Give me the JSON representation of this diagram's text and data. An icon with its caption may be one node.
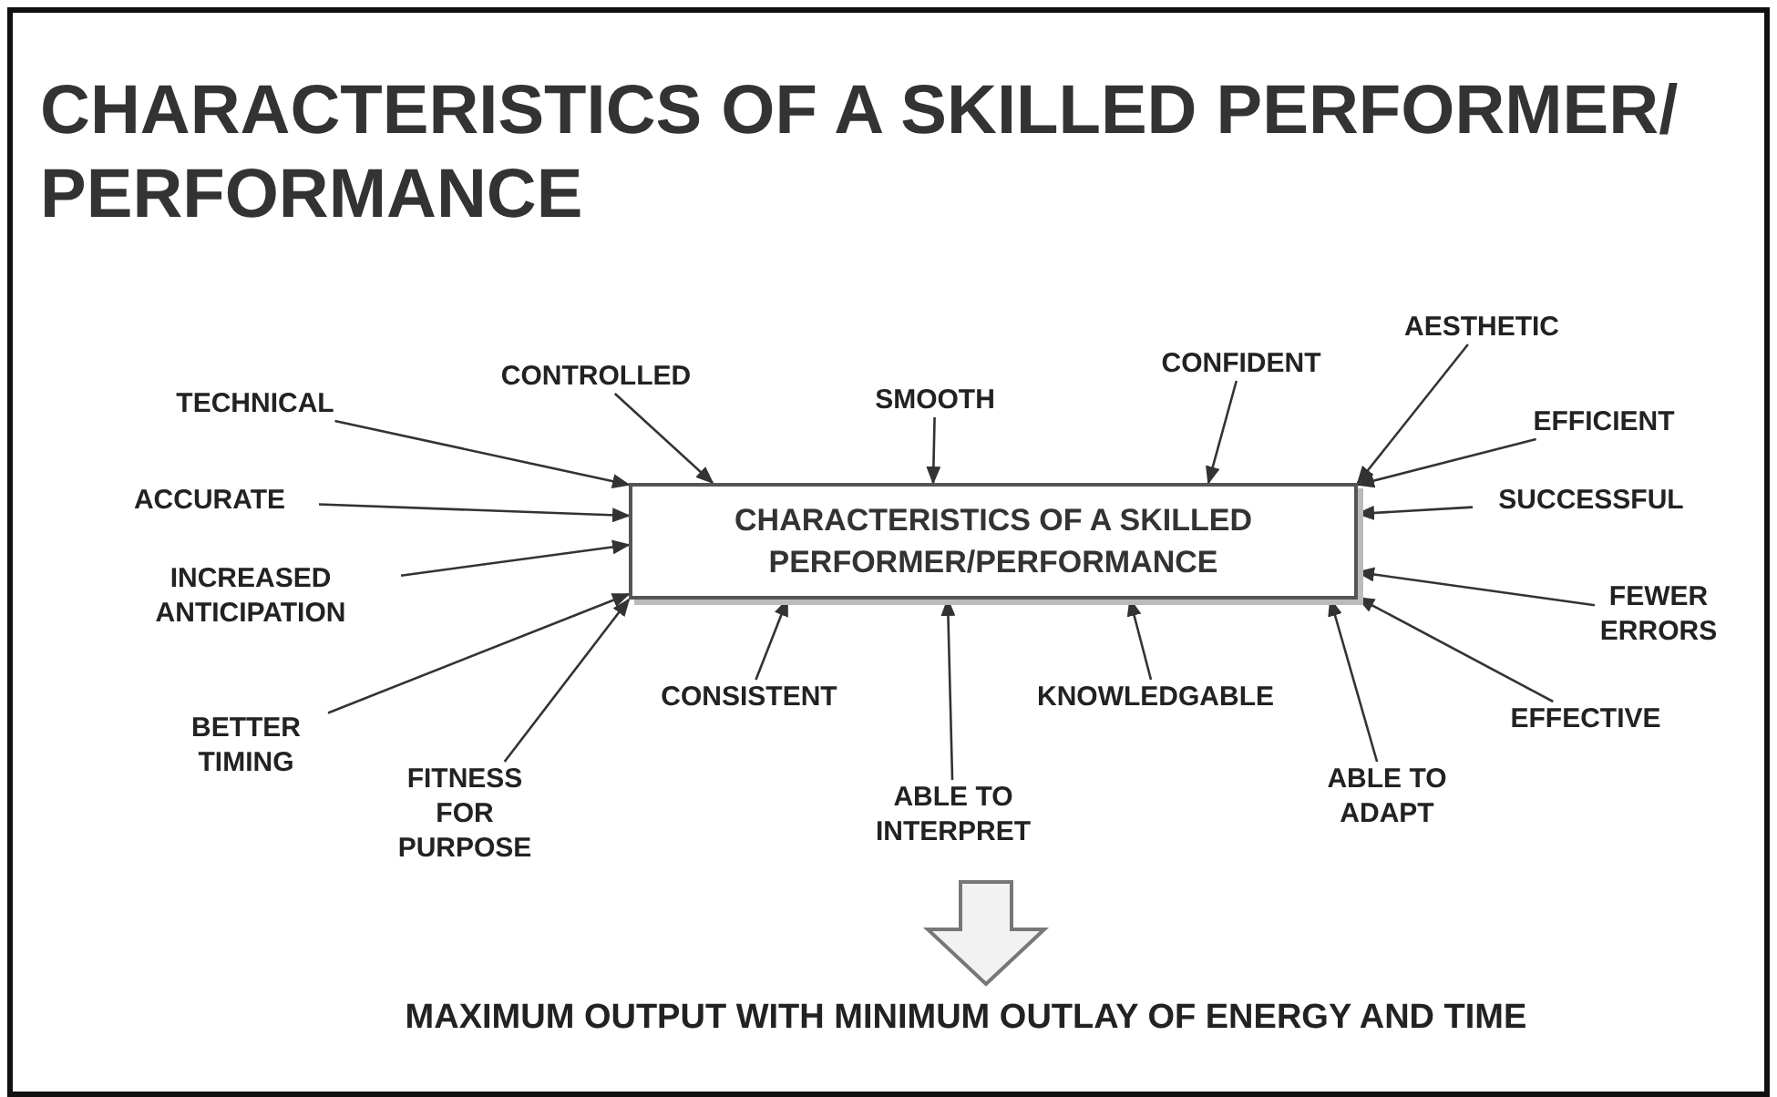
{
  "diagram": {
    "title": "CHARACTERISTICS OF A SKILLED PERFORMER/ PERFORMANCE",
    "nodes": [
      {
        "text": [
          "CHARACTERISTICS OF A SKILLED PERFORMER/PERFORMANCE"
        ]
      },
      {
        "text": [
          "TECHNICAL"
        ]
      },
      {
        "text": [
          "CONTROLLED"
        ]
      },
      {
        "text": [
          "SMOOTH"
        ]
      },
      {
        "text": [
          "CONFIDENT"
        ]
      },
      {
        "text": [
          "AESTHETIC"
        ]
      },
      {
        "text": [
          "EFFICIENT"
        ]
      },
      {
        "text": [
          "ACCURATE"
        ]
      },
      {
        "text": [
          "SUCCESSFUL"
        ]
      },
      {
        "text": [
          "INCREASED ANTICIPATION"
        ]
      },
      {
        "text": [
          "FEWER ERRORS"
        ]
      },
      {
        "text": [
          "BETTER TIMING"
        ]
      },
      {
        "text": [
          "FITNESS FOR PURPOSE"
        ]
      },
      {
        "text": [
          "CONSISTENT"
        ]
      },
      {
        "text": [
          "ABLE TO INTERPRET"
        ]
      },
      {
        "text": [
          "KNOWLEDGABLE"
        ]
      },
      {
        "text": [
          "ABLE TO ADAPT"
        ]
      },
      {
        "text": [
          "EFFECTIVE"
        ]
      },
      {
        "text": [
          "MAXIMUM OUTPUT WITH MINIMUM OUTLAY OF ENERGY AND TIME"
        ]
      }
    ],
    "edges": [
      {
        "from": 1,
        "to": 0,
        "arrow": "to"
      },
      {
        "from": 2,
        "to": 0,
        "arrow": "to"
      },
      {
        "from": 3,
        "to": 0,
        "arrow": "to"
      },
      {
        "from": 4,
        "to": 0,
        "arrow": "to"
      },
      {
        "from": 5,
        "to": 0,
        "arrow": "to"
      },
      {
        "from": 6,
        "to": 0,
        "arrow": "to"
      },
      {
        "from": 7,
        "to": 0,
        "arrow": "to"
      },
      {
        "from": 8,
        "to": 0,
        "arrow": "to"
      },
      {
        "from": 9,
        "to": 0,
        "arrow": "to"
      },
      {
        "from": 10,
        "to": 0,
        "arrow": "to"
      },
      {
        "from": 11,
        "to": 0,
        "arrow": "to"
      },
      {
        "from": 12,
        "to": 0,
        "arrow": "to"
      },
      {
        "from": 13,
        "to": 0,
        "arrow": "to"
      },
      {
        "from": 14,
        "to": 0,
        "arrow": "to"
      },
      {
        "from": 15,
        "to": 0,
        "arrow": "to"
      },
      {
        "from": 16,
        "to": 0,
        "arrow": "to"
      },
      {
        "from": 17,
        "to": 0,
        "arrow": "to"
      },
      {
        "from": null,
        "to": 18,
        "arrow": "to",
        "style": "thick"
      }
    ]
  }
}
